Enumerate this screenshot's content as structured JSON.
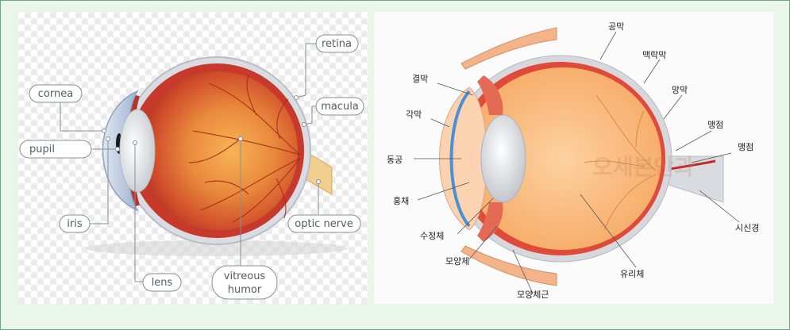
{
  "left_labels": {
    "cornea": "cornea",
    "pupil": "pupil",
    "iris": "iris",
    "lens": "lens",
    "vitreous_line1": "vitreous",
    "vitreous_line2": "humor",
    "retina": "retina",
    "macula": "macula",
    "optic_nerve": "optic nerve"
  },
  "right_labels": {
    "conjunctiva": "결막",
    "cornea": "각막",
    "pupil": "동공",
    "iris": "홍채",
    "lens": "수정체",
    "ciliary_body": "모양체",
    "ciliary_muscle": "모양체근",
    "sclera": "공막",
    "choroid": "맥락막",
    "retina": "망막",
    "blind_spot": "맹점",
    "macula_spot": "맹점",
    "optic_nerve": "시신경",
    "vitreous": "유리체"
  },
  "watermark": "오세본안과",
  "colors": {
    "frame_border": "#6aa57b",
    "frame_bg": "#eaf5ec",
    "eye_red": "#c43a2a",
    "eye_orange": "#f6a35c",
    "sclera_gray": "#c9ccd2"
  }
}
